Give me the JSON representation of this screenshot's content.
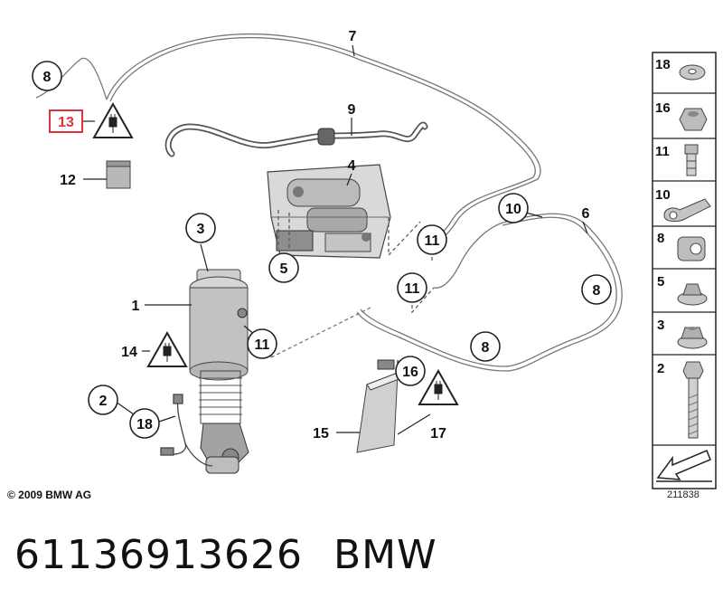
{
  "diagram": {
    "callouts": {
      "c1": "1",
      "c2": "2",
      "c3": "3",
      "c4": "4",
      "c5": "5",
      "c6": "6",
      "c7": "7",
      "c8a": "8",
      "c8b": "8",
      "c8c": "8",
      "c9": "9",
      "c10": "10",
      "c11a": "11",
      "c11b": "11",
      "c11c": "11",
      "c12": "12",
      "c13": "13",
      "c14": "14",
      "c15": "15",
      "c16": "16",
      "c17": "17",
      "c18": "18"
    },
    "highlight_color": "#d9353a",
    "side_panel": [
      "18",
      "16",
      "11",
      "10",
      "8",
      "5",
      "3",
      "2"
    ]
  },
  "copyright": "© 2009 BMW AG",
  "diagram_id": "211838",
  "footer": {
    "part_number": "61136913626",
    "brand": "BMW"
  }
}
